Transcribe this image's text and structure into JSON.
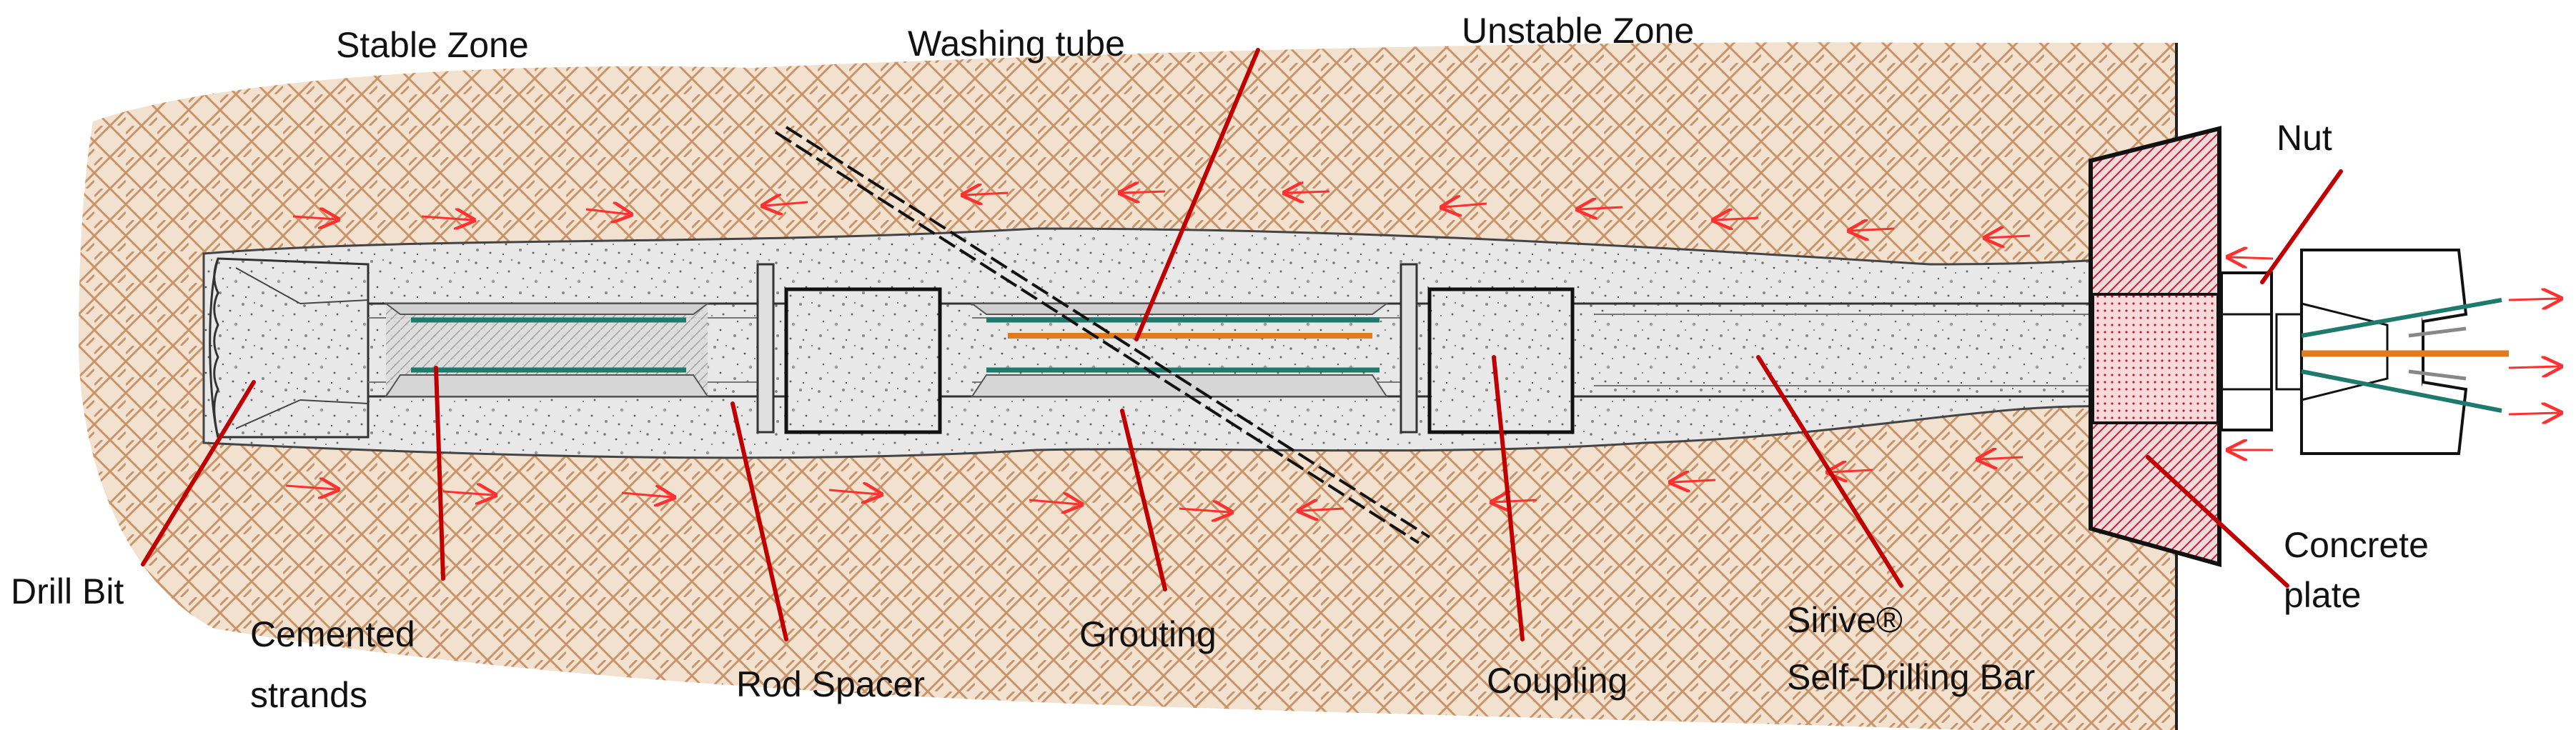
{
  "colors": {
    "soil": "#c9946a",
    "soil_bg": "#f3e1cf",
    "grout": "#e6e6e6",
    "pointer": "#c00000",
    "force_arrow": "#ff3030",
    "strand": "#1f7a6e",
    "washing_tube": "#e07b1e",
    "plate_hatch": "#c0203a"
  },
  "labels": {
    "stable_zone": "Stable Zone",
    "washing_tube": "Washing tube",
    "unstable_zone": "Unstable Zone",
    "nut": "Nut",
    "drill_bit": "Drill Bit",
    "cemented_strands_l1": "Cemented",
    "cemented_strands_l2": "strands",
    "rod_spacer": "Rod Spacer",
    "grouting": "Grouting",
    "coupling": "Coupling",
    "bar_l1": "Sirive®",
    "bar_l2": "Self-Drilling  Bar",
    "plate_l1": "Concrete",
    "plate_l2": "plate"
  },
  "icons": {
    "force_arrow": "right-arrow-icon"
  }
}
